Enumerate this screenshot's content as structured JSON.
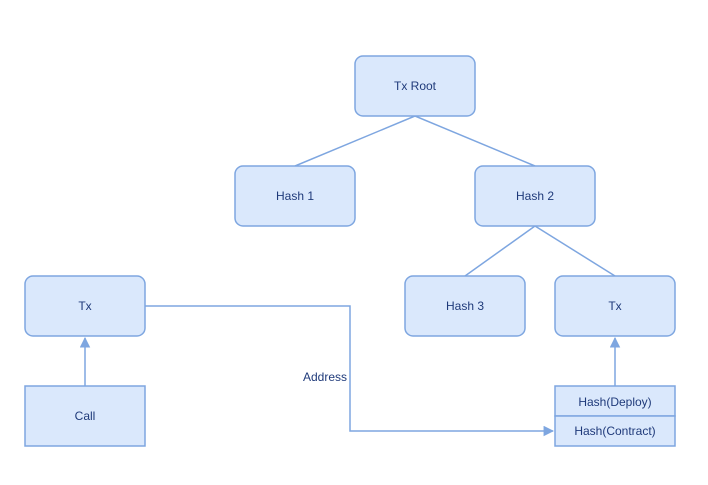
{
  "diagram": {
    "colors": {
      "node_fill": "#dae8fc",
      "node_stroke": "#7ea6e0",
      "edge": "#7ea6e0",
      "text": "#1f3a7a"
    },
    "nodes": {
      "tx_root": {
        "label": "Tx Root"
      },
      "hash_1": {
        "label": "Hash 1"
      },
      "hash_2": {
        "label": "Hash 2"
      },
      "hash_3": {
        "label": "Hash 3"
      },
      "tx_left": {
        "label": "Tx"
      },
      "tx_right": {
        "label": "Tx"
      },
      "call": {
        "label": "Call"
      },
      "hash_deploy": {
        "label": "Hash(Deploy)"
      },
      "hash_contract": {
        "label": "Hash(Contract)"
      }
    },
    "edges": {
      "address": {
        "label": "Address"
      }
    }
  }
}
